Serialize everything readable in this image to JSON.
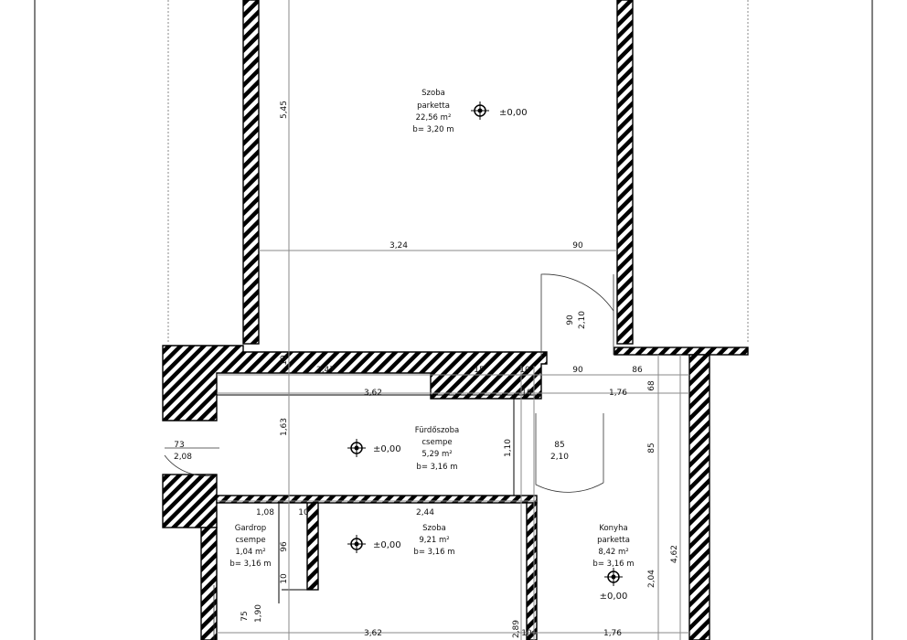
{
  "rooms": {
    "szoba_top": {
      "name": "Szoba",
      "floor": "parketta",
      "area": "22,56 m²",
      "height": "b= 3,20 m",
      "level": "±0,00"
    },
    "furdoszoba": {
      "name": "Fürdőszoba",
      "floor": "csempe",
      "area": "5,29 m²",
      "height": "b= 3,16 m",
      "level": "±0,00"
    },
    "gardrob": {
      "name": "Gardrop",
      "floor": "csempe",
      "area": "1,04 m²",
      "height": "b= 3,16 m"
    },
    "szoba_small": {
      "name": "Szoba",
      "area": "9,21 m²",
      "height": "b= 3,16 m",
      "level": "±0,00"
    },
    "konyha": {
      "name": "Konyha",
      "floor": "parketta",
      "area": "8,42 m²",
      "height": "b= 3,16 m",
      "level": "±0,00"
    }
  },
  "dimensions": {
    "d545": "5,45",
    "d324": "3,24",
    "d90a": "90",
    "d90b": "90",
    "d210a": "2,10",
    "d10a": "10",
    "d247": "2,47",
    "d15": "15",
    "d10b": "10",
    "d90c": "90",
    "d86": "86",
    "d362a": "3,62",
    "d10c": "10",
    "d176a": "1,76",
    "d68": "68",
    "d163": "1,63",
    "d110": "1,10",
    "d85a": "85",
    "d210b": "2,10",
    "d85b": "85",
    "d73": "73",
    "d208": "2,08",
    "d108": "1,08",
    "d10d": "10",
    "d244": "2,44",
    "d96": "96",
    "d10e": "10",
    "d204": "2,04",
    "d462": "4,62",
    "d75": "75",
    "d190": "1,90",
    "d362b": "3,62",
    "d289": "2,89",
    "d10f": "10",
    "d176b": "1,76"
  }
}
